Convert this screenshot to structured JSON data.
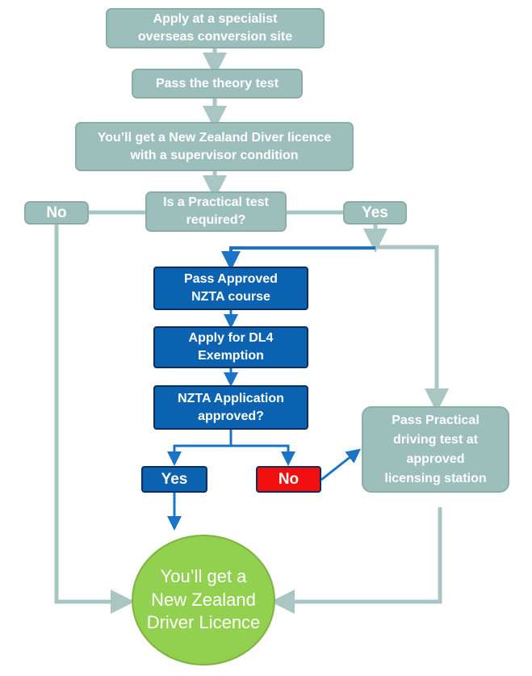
{
  "nodes": {
    "apply_specialist": "Apply at a specialist overseas conversion site",
    "pass_theory": "Pass the theory test",
    "nz_licence_supervisor": "You’ll get a New Zealand Diver licence with a supervisor condition",
    "practical_required": "Is a Practical test required?",
    "no_left": "No",
    "yes_right": "Yes",
    "approved_course": "Pass Approved NZTA course",
    "apply_dl4": "Apply for DL4 Exemption",
    "nzta_approved": "NZTA Application approved?",
    "yes_blue": "Yes",
    "no_red": "No",
    "practical_test": "Pass Practical driving test at approved licensing station",
    "final_licence": "You’ll get a New Zealand Driver Licence"
  },
  "colors": {
    "gray_box": "#9dbfbb",
    "gray_line": "#a9c6c3",
    "blue_box": "#0b62b0",
    "blue_line": "#1a73c4",
    "red_box": "#f20f0f",
    "green_circle": "#92d050"
  }
}
